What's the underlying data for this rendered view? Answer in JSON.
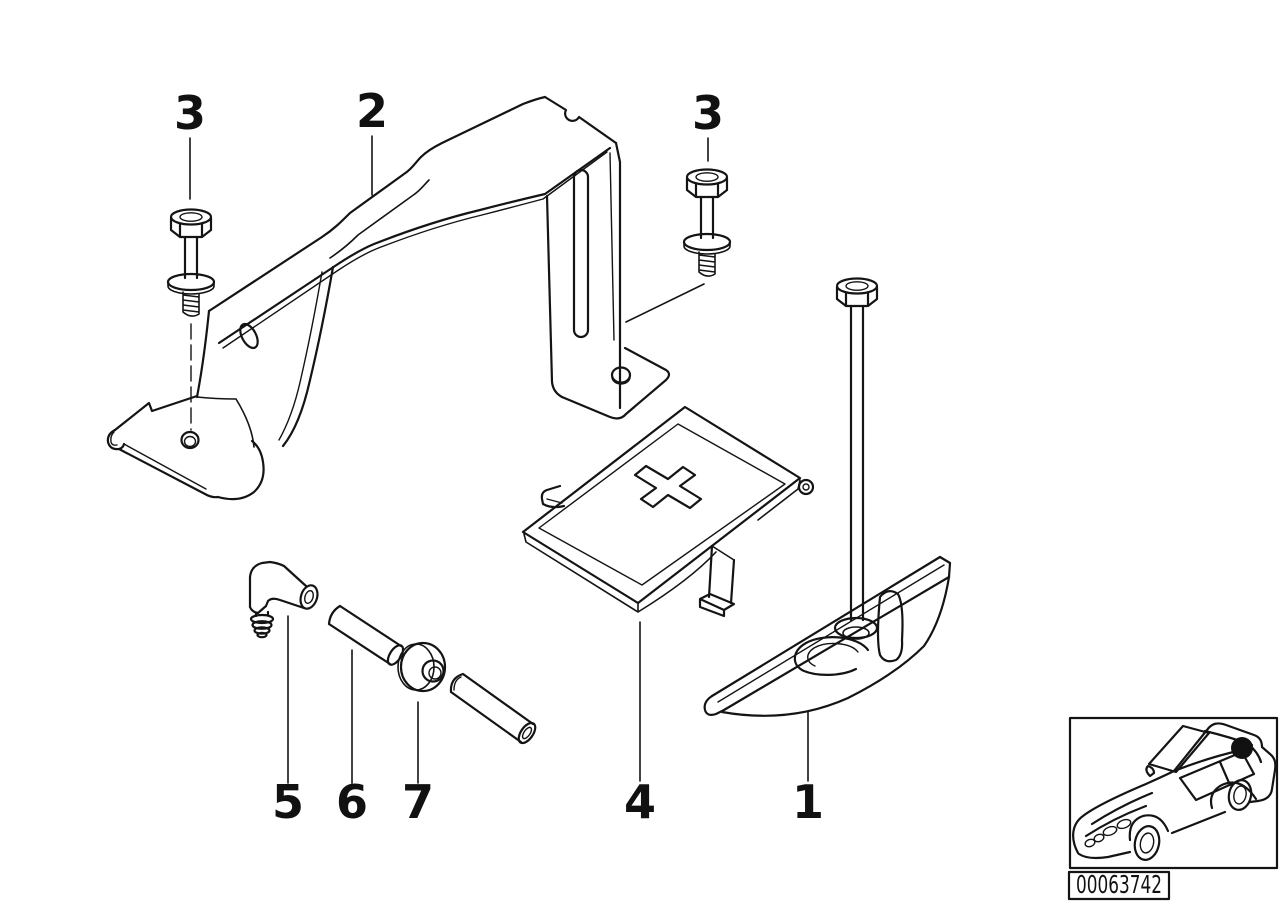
{
  "diagram": {
    "callouts": [
      {
        "id": "3-left",
        "label": "3"
      },
      {
        "id": "2",
        "label": "2"
      },
      {
        "id": "3-right",
        "label": "3"
      },
      {
        "id": "5",
        "label": "5"
      },
      {
        "id": "6",
        "label": "6"
      },
      {
        "id": "7",
        "label": "7"
      },
      {
        "id": "4",
        "label": "4"
      },
      {
        "id": "1",
        "label": "1"
      }
    ],
    "cover_symbol": "+",
    "image_code": "00063742",
    "line_color": "#141414"
  }
}
